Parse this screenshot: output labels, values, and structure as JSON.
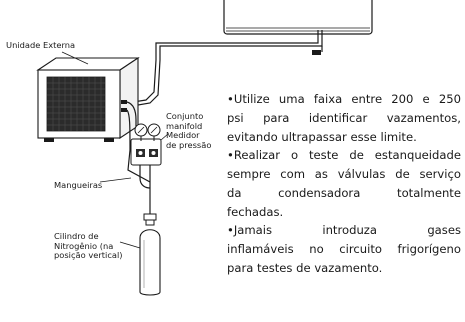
{
  "labels": {
    "outdoor_unit": "Unidade Externa",
    "manifold": [
      "Conjunto",
      "manifold",
      "Medidor",
      "de pressão"
    ],
    "hoses": "Mangueiras",
    "cylinder": [
      "Cilindro de",
      "Nitrogênio (na",
      "posição vertical)"
    ]
  },
  "notes": [
    {
      "lines": [
        "•Utilize uma faixa entre 200 e 250",
        "psi para identificar vazamentos,"
      ],
      "last": "evitando ultrapassar esse limite."
    },
    {
      "lines": [
        "•Realizar o teste de estanqueidade",
        "sempre com as válvulas de serviço",
        "da condensadora totalmente"
      ],
      "last": "fechadas."
    },
    {
      "lines": [
        "•Jamais introduza gases",
        "inflamáveis no circuito frigorígeno"
      ],
      "last": "para testes de vazamento."
    }
  ],
  "colors": {
    "line": "#1a1a1a",
    "grille": "#2b2b2b",
    "gauge": "#555555"
  }
}
